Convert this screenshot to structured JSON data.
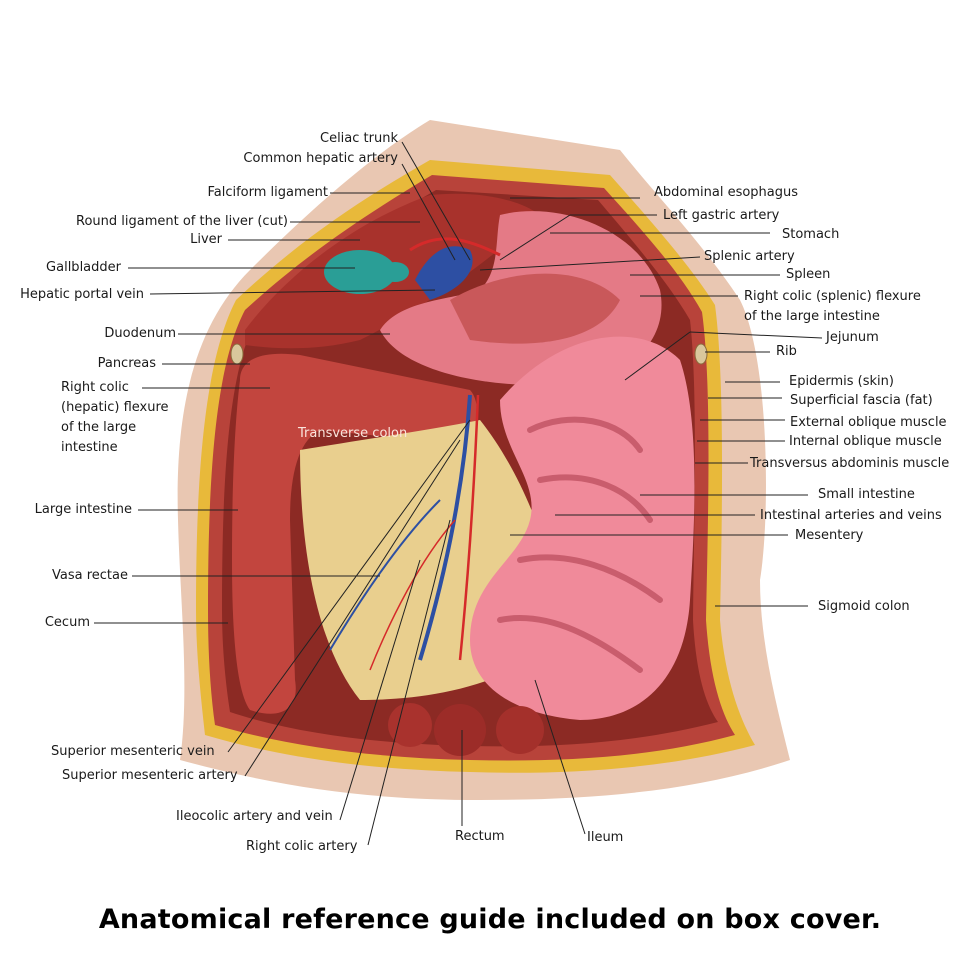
{
  "figure": {
    "type": "anatomical illustration",
    "subject": "Abdominal cavity, anterior view"
  },
  "labels_left": [
    {
      "id": "celiac-trunk",
      "text": "Celiac trunk"
    },
    {
      "id": "common-hepatic-artery",
      "text": "Common hepatic artery"
    },
    {
      "id": "falciform-ligament",
      "text": "Falciform ligament"
    },
    {
      "id": "round-ligament",
      "text": "Round ligament of the liver (cut)"
    },
    {
      "id": "liver",
      "text": "Liver"
    },
    {
      "id": "gallbladder",
      "text": "Gallbladder"
    },
    {
      "id": "hepatic-portal-vein",
      "text": "Hepatic portal vein"
    },
    {
      "id": "duodenum",
      "text": "Duodenum"
    },
    {
      "id": "pancreas",
      "text": "Pancreas"
    },
    {
      "id": "right-colic-hepatic-flexure",
      "text": "Right colic\n(hepatic) flexure\nof the large\nintestine"
    },
    {
      "id": "large-intestine",
      "text": "Large intestine"
    },
    {
      "id": "vasa-rectae",
      "text": "Vasa rectae"
    },
    {
      "id": "cecum",
      "text": "Cecum"
    }
  ],
  "labels_right": [
    {
      "id": "abdominal-esophagus",
      "text": "Abdominal esophagus"
    },
    {
      "id": "left-gastric-artery",
      "text": "Left gastric artery"
    },
    {
      "id": "stomach",
      "text": "Stomach"
    },
    {
      "id": "splenic-artery",
      "text": "Splenic artery"
    },
    {
      "id": "spleen",
      "text": "Spleen"
    },
    {
      "id": "right-colic-splenic-flexure",
      "text": "Right colic (splenic) flexure\nof the large intestine"
    },
    {
      "id": "jejunum",
      "text": "Jejunum"
    },
    {
      "id": "rib",
      "text": "Rib"
    },
    {
      "id": "epidermis",
      "text": "Epidermis (skin)"
    },
    {
      "id": "superficial-fascia",
      "text": "Superficial fascia (fat)"
    },
    {
      "id": "external-oblique",
      "text": "External oblique muscle"
    },
    {
      "id": "internal-oblique",
      "text": "Internal oblique muscle"
    },
    {
      "id": "transversus-abdominis",
      "text": "Transversus abdominis muscle"
    },
    {
      "id": "small-intestine",
      "text": "Small intestine"
    },
    {
      "id": "intestinal-arteries-veins",
      "text": "Intestinal arteries and veins"
    },
    {
      "id": "mesentery",
      "text": "Mesentery"
    },
    {
      "id": "sigmoid-colon",
      "text": "Sigmoid colon"
    }
  ],
  "labels_bottom": [
    {
      "id": "superior-mesenteric-vein",
      "text": "Superior mesenteric vein"
    },
    {
      "id": "superior-mesenteric-artery",
      "text": "Superior mesenteric artery"
    },
    {
      "id": "ileocolic-artery-vein",
      "text": "Ileocolic artery and vein"
    },
    {
      "id": "right-colic-artery",
      "text": "Right colic artery"
    },
    {
      "id": "rectum",
      "text": "Rectum"
    },
    {
      "id": "ileum",
      "text": "Ileum"
    }
  ],
  "labels_inside": [
    {
      "id": "transverse-colon",
      "text": "Transverse colon"
    }
  ],
  "caption": "Anatomical reference guide included on box cover.",
  "colors": {
    "skin": "#e9c7b2",
    "fat": "#e8b93a",
    "muscle": "#b8433a",
    "liver": "#a8322c",
    "gallbladder": "#2a9e96",
    "stomach": "#e47a86",
    "small_intestine": "#f08a9a",
    "large_intestine": "#c2453e",
    "mesentery": "#e9cf8e",
    "vein": "#2d4fa3",
    "artery": "#d52a2a"
  }
}
